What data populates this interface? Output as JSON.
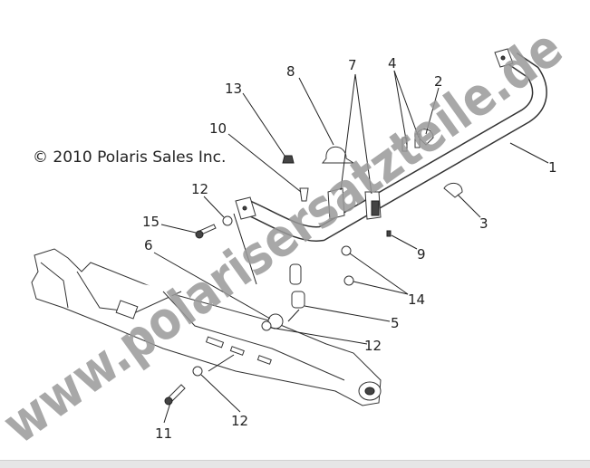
{
  "copyright": "© 2010 Polaris Sales Inc.",
  "watermark": "www.polarisersatzteile.de",
  "callouts": {
    "c1": "1",
    "c2": "2",
    "c3": "3",
    "c4": "4",
    "c5": "5",
    "c6": "6",
    "c7": "7",
    "c8": "8",
    "c9": "9",
    "c10": "10",
    "c11": "11",
    "c12a": "12",
    "c12b": "12",
    "c12c": "12",
    "c13": "13",
    "c14": "14",
    "c15": "15"
  }
}
